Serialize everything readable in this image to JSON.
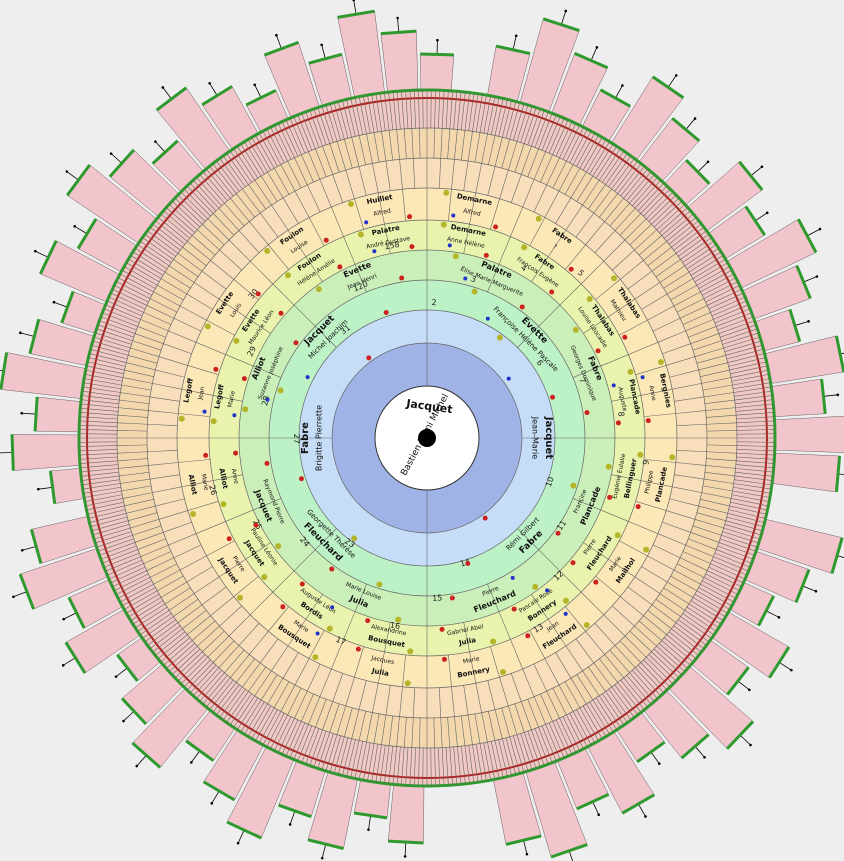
{
  "diagram": {
    "type": "genealogy-fan-chart",
    "root": {
      "surname": "Jacquet",
      "given": "Bastien Rémi Michel"
    },
    "colors": {
      "background": "#eeeeee",
      "ring_fills": [
        "#ffffff",
        "#9fb3e6",
        "#c6ddf7",
        "#bdf1c6",
        "#cbefb8",
        "#e9f3ad",
        "#fbe8b6",
        "#f8deba",
        "#f3d8ae",
        "#f0c8c4"
      ],
      "spoke_fill": "#f2c4cc",
      "outline_green": "#2e9a2e",
      "outline_red": "#b22222",
      "dot_olive": "#b5b52a",
      "dot_red": "#cc2222",
      "dot_blue": "#2233cc"
    },
    "generations": [
      {
        "people": [
          {
            "surname": "Jacquet",
            "given": "Jean-Marie"
          },
          {
            "surname": "Fabre",
            "given": "Brigitte Pierrette"
          }
        ]
      },
      {
        "people": [
          {
            "surname": "Evette",
            "given": "Françoise Hélène Pascale"
          },
          {
            "surname": "Fabre",
            "given": "Rémi Gilbert"
          },
          {
            "surname": "Fleuchard",
            "given": "Georgette Thérèse"
          },
          {
            "surname": "Jacquet",
            "given": "Michel Joachim"
          }
        ]
      },
      {
        "people": [
          {
            "surname": "Palatre",
            "given": "Élise Marie Marguerite"
          },
          {
            "surname": "Fabre",
            "given": "Georges Dominique"
          },
          {
            "surname": "Plancade",
            "given": "Françine"
          },
          {
            "surname": "Fleuchard",
            "given": "Pierre"
          },
          {
            "surname": "Julia",
            "given": "Marie Louise"
          },
          {
            "surname": "Jacquet",
            "given": "Raymond Pierre"
          },
          {
            "surname": "Alliot",
            "given": "Suzanne Joséphine"
          },
          {
            "surname": "Evette",
            "given": "Jean Henri"
          }
        ]
      },
      {
        "people": [
          {
            "surname": "Demarne",
            "given": "Anne Hélène"
          },
          {
            "surname": "Fabre",
            "given": "François Eugène"
          },
          {
            "surname": "Thalabas",
            "given": "Louise Léocadie"
          },
          {
            "surname": "Plancade",
            "given": "Auguste"
          },
          {
            "surname": "Bellinguer",
            "given": "Eugénie Eulalie"
          },
          {
            "surname": "Fleuchard",
            "given": "Pierre"
          },
          {
            "surname": "Bonnery",
            "given": "Pascale Rose"
          },
          {
            "surname": "Julia",
            "given": "Gabriel Abel"
          },
          {
            "surname": "Bousquet",
            "given": "Alexandrine"
          },
          {
            "surname": "Bordis",
            "given": "Auguste Léon"
          },
          {
            "surname": "Jacquet",
            "given": "Pauline Léonie"
          },
          {
            "surname": "Alliot",
            "given": "Anne"
          },
          {
            "surname": "Legoff",
            "given": "Marie"
          },
          {
            "surname": "Evette",
            "given": "Maurice Léon"
          },
          {
            "surname": "Foulon",
            "given": "Hélène Amélie"
          },
          {
            "surname": "Palatre",
            "given": "André Gustave"
          }
        ]
      },
      {
        "people": [
          {
            "surname": "Demarne",
            "given": "Alfred"
          },
          {
            "surname": "Fabre",
            "given": "?"
          },
          {
            "surname": "Thalabas",
            "given": "Mathieu"
          },
          {
            "surname": "Bergnies",
            "given": "Anne"
          },
          {
            "surname": "Plancade",
            "given": "Philippe"
          },
          {
            "surname": "Mailhol",
            "given": "Marie"
          },
          {
            "surname": "Fleuchard",
            "given": "Jean"
          },
          {
            "surname": "Bonnery",
            "given": "Marie"
          },
          {
            "surname": "Julia",
            "given": "Jacques"
          },
          {
            "surname": "Bousquet",
            "given": "Marie"
          },
          {
            "surname": "Jacquet",
            "given": "Pierre"
          },
          {
            "surname": "Alliot",
            "given": "Marie"
          },
          {
            "surname": "Legoff",
            "given": "Jean"
          },
          {
            "surname": "Evette",
            "given": "Louis"
          },
          {
            "surname": "Foulon",
            "given": "Louise"
          },
          {
            "surname": "Huillet",
            "given": "Alfred"
          }
        ]
      }
    ],
    "numbers": [
      "2",
      "3",
      "4",
      "5",
      "6",
      "7",
      "8",
      "9",
      "10",
      "11",
      "12",
      "13",
      "14",
      "15",
      "16",
      "17",
      "23",
      "24",
      "25",
      "26",
      "27",
      "28",
      "29",
      "30",
      "31",
      "120",
      "158"
    ]
  }
}
